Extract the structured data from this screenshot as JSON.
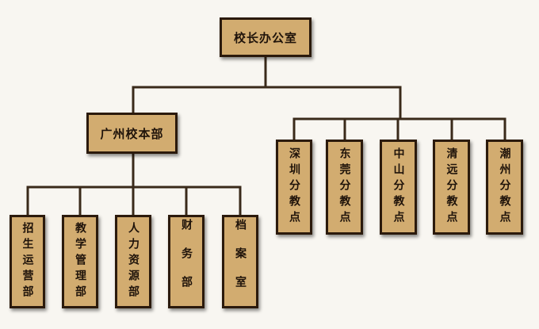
{
  "org": {
    "root": "校长办公室",
    "guangzhou": {
      "label": "广州校本部",
      "departments": [
        "招生运营部",
        "教学管理部",
        "人力资源部",
        "财务部",
        "档案室"
      ]
    },
    "branches": [
      "深圳分教点",
      "东莞分教点",
      "中山分教点",
      "清远分教点",
      "潮州分教点"
    ]
  },
  "colors": {
    "box_fill": "#d2ac70",
    "box_border": "#2b1a0c",
    "line": "#3a2a1a",
    "background": "#f8f6f1"
  }
}
